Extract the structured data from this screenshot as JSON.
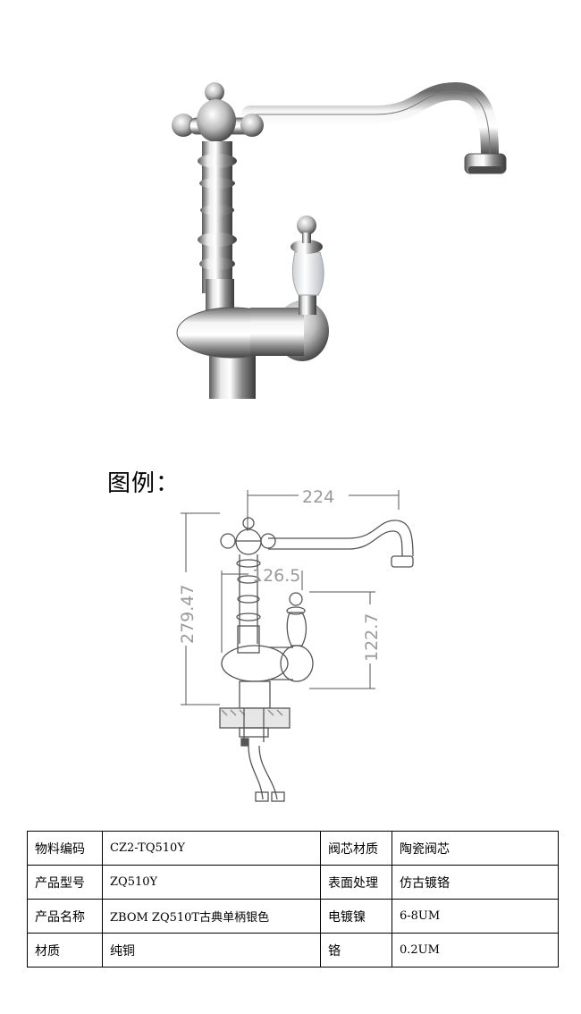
{
  "legend": {
    "title": "图例："
  },
  "dimensions": {
    "width_total": "224",
    "height_total": "279.47",
    "spout_offset": "126.5",
    "handle_height": "122.7"
  },
  "specs": [
    {
      "k1": "物料编码",
      "v1": "CZ2-TQ510Y",
      "k2": "阀芯材质",
      "v2": "陶瓷阀芯"
    },
    {
      "k1": "产品型号",
      "v1": "ZQ510Y",
      "k2": "表面处理",
      "v2": "仿古镀铬"
    },
    {
      "k1": "产品名称",
      "v1": "ZBOM ZQ510T古典单柄银色",
      "k2": "电镀镍",
      "v2": "6-8UM"
    },
    {
      "k1": "材质",
      "v1": "纯铜",
      "k2": "铬",
      "v2": "0.2UM"
    }
  ]
}
